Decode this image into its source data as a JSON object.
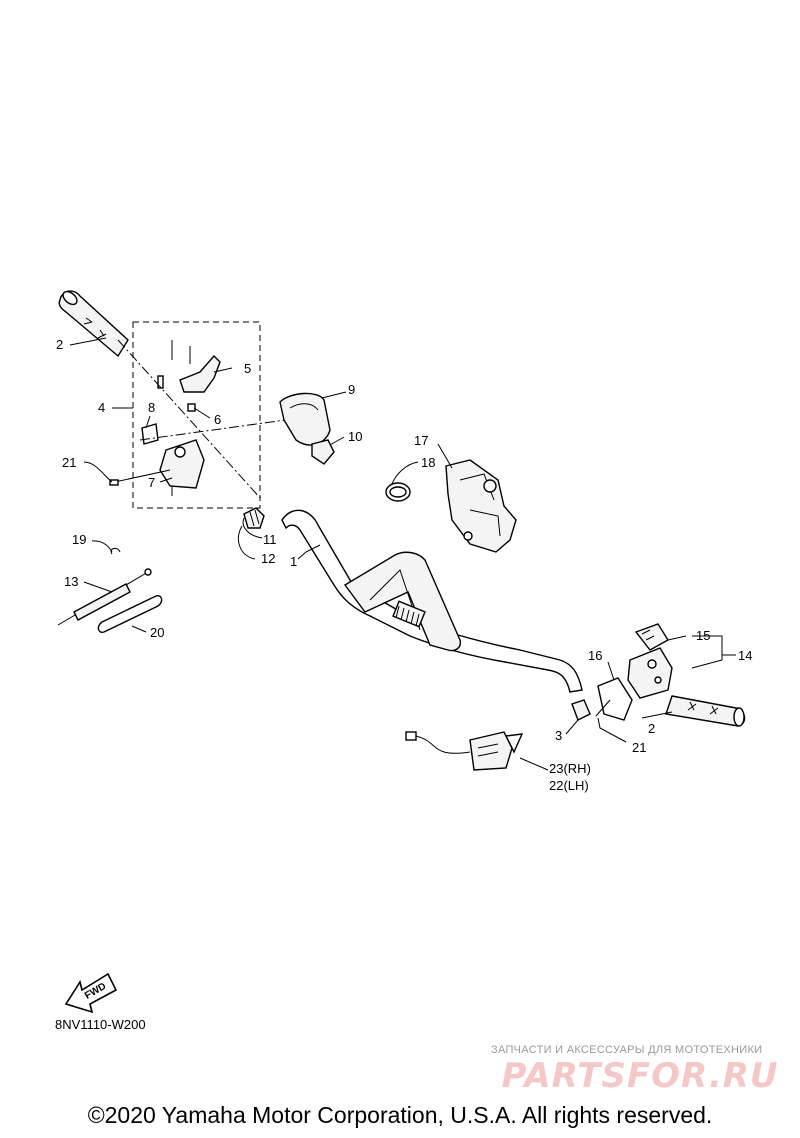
{
  "diagram_code": "8NV1110-W200",
  "fwd_label": "FWD",
  "watermark": {
    "tagline": "ЗАПЧАСТИ И АКСЕССУАРЫ ДЛЯ МОТОТЕХНИКИ",
    "logo": "PARTSFOR.RU"
  },
  "copyright": "©2020 Yamaha Motor Corporation, U.S.A. All rights reserved.",
  "callouts": {
    "c1": "1",
    "c2a": "2",
    "c2b": "2",
    "c3": "3",
    "c4": "4",
    "c5": "5",
    "c6": "6",
    "c7": "7",
    "c8": "8",
    "c9": "9",
    "c10": "10",
    "c11": "11",
    "c12": "12",
    "c13": "13",
    "c14": "14",
    "c15": "15",
    "c16": "16",
    "c17": "17",
    "c18": "18",
    "c19": "19",
    "c20": "20",
    "c21a": "21",
    "c21b": "21",
    "c22": "22(LH)",
    "c23": "23(RH)"
  }
}
